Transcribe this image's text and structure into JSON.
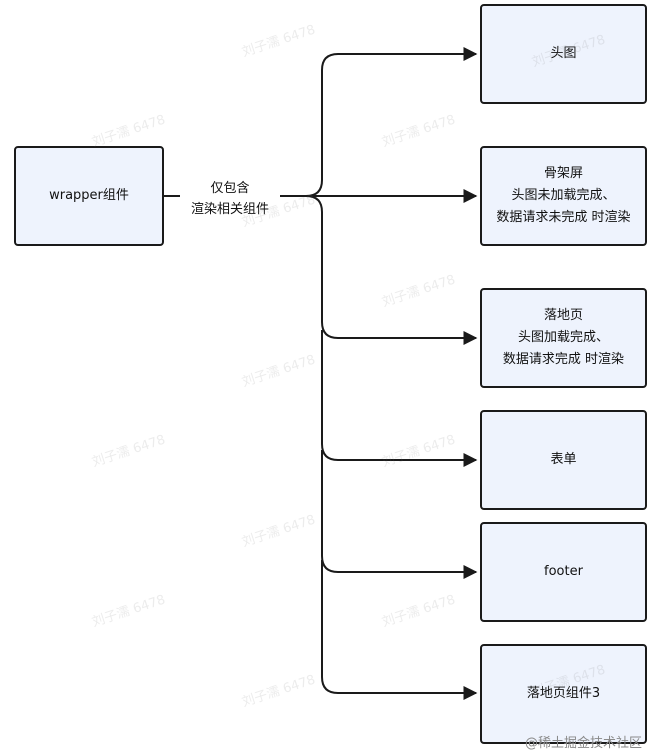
{
  "source": {
    "label": "wrapper组件"
  },
  "edge_label": {
    "line1": "仅包含",
    "line2": "渲染相关组件"
  },
  "targets": [
    {
      "lines": [
        "头图"
      ]
    },
    {
      "lines": [
        "骨架屏",
        "头图未加载完成、",
        "数据请求未完成 时渲染"
      ]
    },
    {
      "lines": [
        "落地页",
        "头图加载完成、",
        "数据请求完成 时渲染"
      ]
    },
    {
      "lines": [
        "表单"
      ]
    },
    {
      "lines": [
        "footer"
      ]
    },
    {
      "lines": [
        "落地页组件3"
      ]
    }
  ],
  "watermark": "刘子濡 6478",
  "footer_mark": "@稀土掘金技术社区",
  "colors": {
    "box_fill": "#eef3fd",
    "stroke": "#1a1a1a"
  }
}
